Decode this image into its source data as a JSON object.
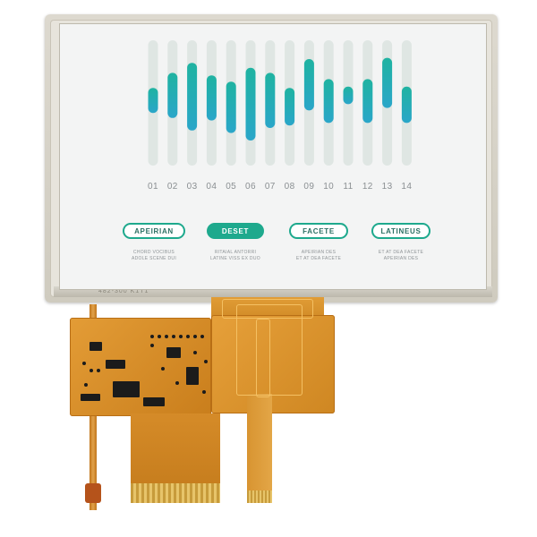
{
  "device": {
    "model_strip": "482-300 K1T1",
    "colors": {
      "accent": "#1ea98d",
      "bar_track": "#dfe6e3",
      "bar_gradient_top": "#1fb3a1",
      "bar_gradient_bottom": "#2aa6c9",
      "pcb": "#d98d2a"
    }
  },
  "screen": {
    "bars": [
      {
        "label": "01",
        "low": 0.42,
        "high": 0.62
      },
      {
        "label": "02",
        "low": 0.38,
        "high": 0.74
      },
      {
        "label": "03",
        "low": 0.28,
        "high": 0.82
      },
      {
        "label": "04",
        "low": 0.36,
        "high": 0.72
      },
      {
        "label": "05",
        "low": 0.26,
        "high": 0.67
      },
      {
        "label": "06",
        "low": 0.2,
        "high": 0.78
      },
      {
        "label": "07",
        "low": 0.3,
        "high": 0.74
      },
      {
        "label": "08",
        "low": 0.32,
        "high": 0.62
      },
      {
        "label": "09",
        "low": 0.44,
        "high": 0.85
      },
      {
        "label": "10",
        "low": 0.34,
        "high": 0.69
      },
      {
        "label": "11",
        "low": 0.49,
        "high": 0.63
      },
      {
        "label": "12",
        "low": 0.34,
        "high": 0.69
      },
      {
        "label": "13",
        "low": 0.46,
        "high": 0.86
      },
      {
        "label": "14",
        "low": 0.34,
        "high": 0.63
      }
    ],
    "buttons": [
      {
        "label": "APEIRIAN",
        "style": "out",
        "caption1": "CHORD VOCIBUS",
        "caption2": "ADOLE SCENE DUI"
      },
      {
        "label": "DESET",
        "style": "fill",
        "caption1": "RITAIAL ANTORRI",
        "caption2": "LATINE VISS EX DUO"
      },
      {
        "label": "FACETE",
        "style": "out",
        "caption1": "APEIRIAN DES",
        "caption2": "ET AT DEA FACETE"
      },
      {
        "label": "LATINEUS",
        "style": "out",
        "caption1": "ET AT DEA FACETE",
        "caption2": "APEIRIAN DES"
      }
    ]
  }
}
